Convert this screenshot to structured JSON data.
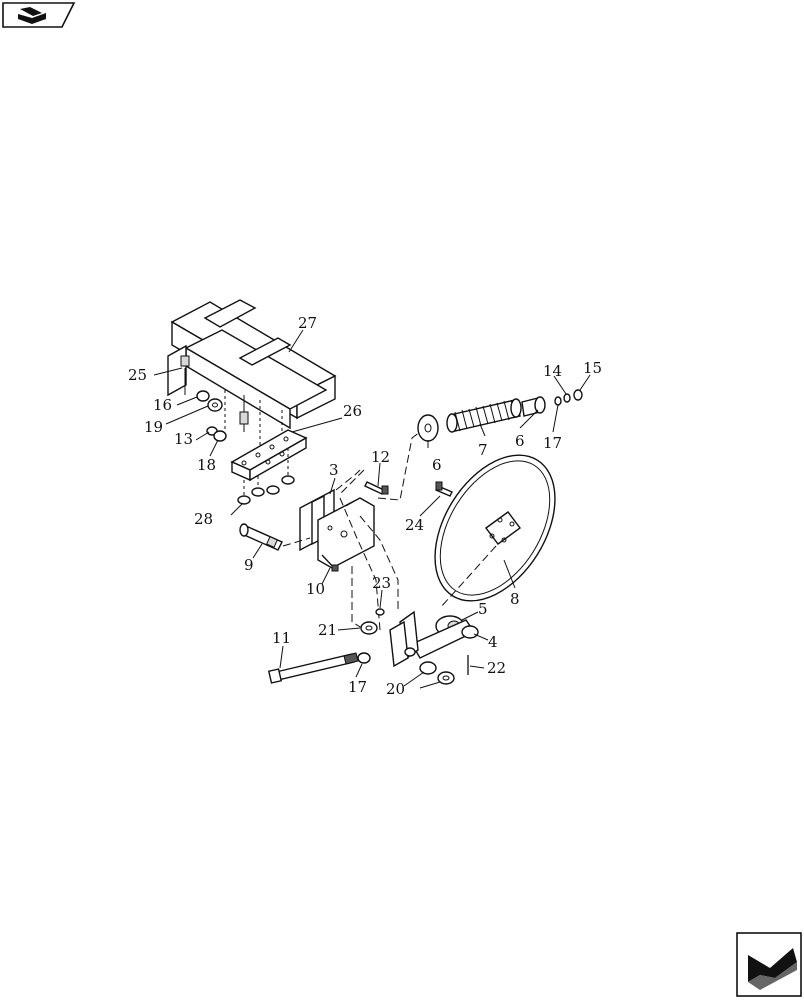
{
  "icons": {
    "header": "book-nav-icon",
    "corner": "next-page-arrow-icon"
  },
  "callouts": {
    "c3": "3",
    "c4": "4",
    "c5": "5",
    "c6a": "6",
    "c6b": "6",
    "c7": "7",
    "c8": "8",
    "c9": "9",
    "c10": "10",
    "c11": "11",
    "c12": "12",
    "c13": "13",
    "c14": "14",
    "c15": "15",
    "c16": "16",
    "c17a": "17",
    "c17b": "17",
    "c18": "18",
    "c19": "19",
    "c20": "20",
    "c21": "21",
    "c22": "22",
    "c23": "23",
    "c24": "24",
    "c25": "25",
    "c26": "26",
    "c27": "27",
    "c28": "28"
  }
}
